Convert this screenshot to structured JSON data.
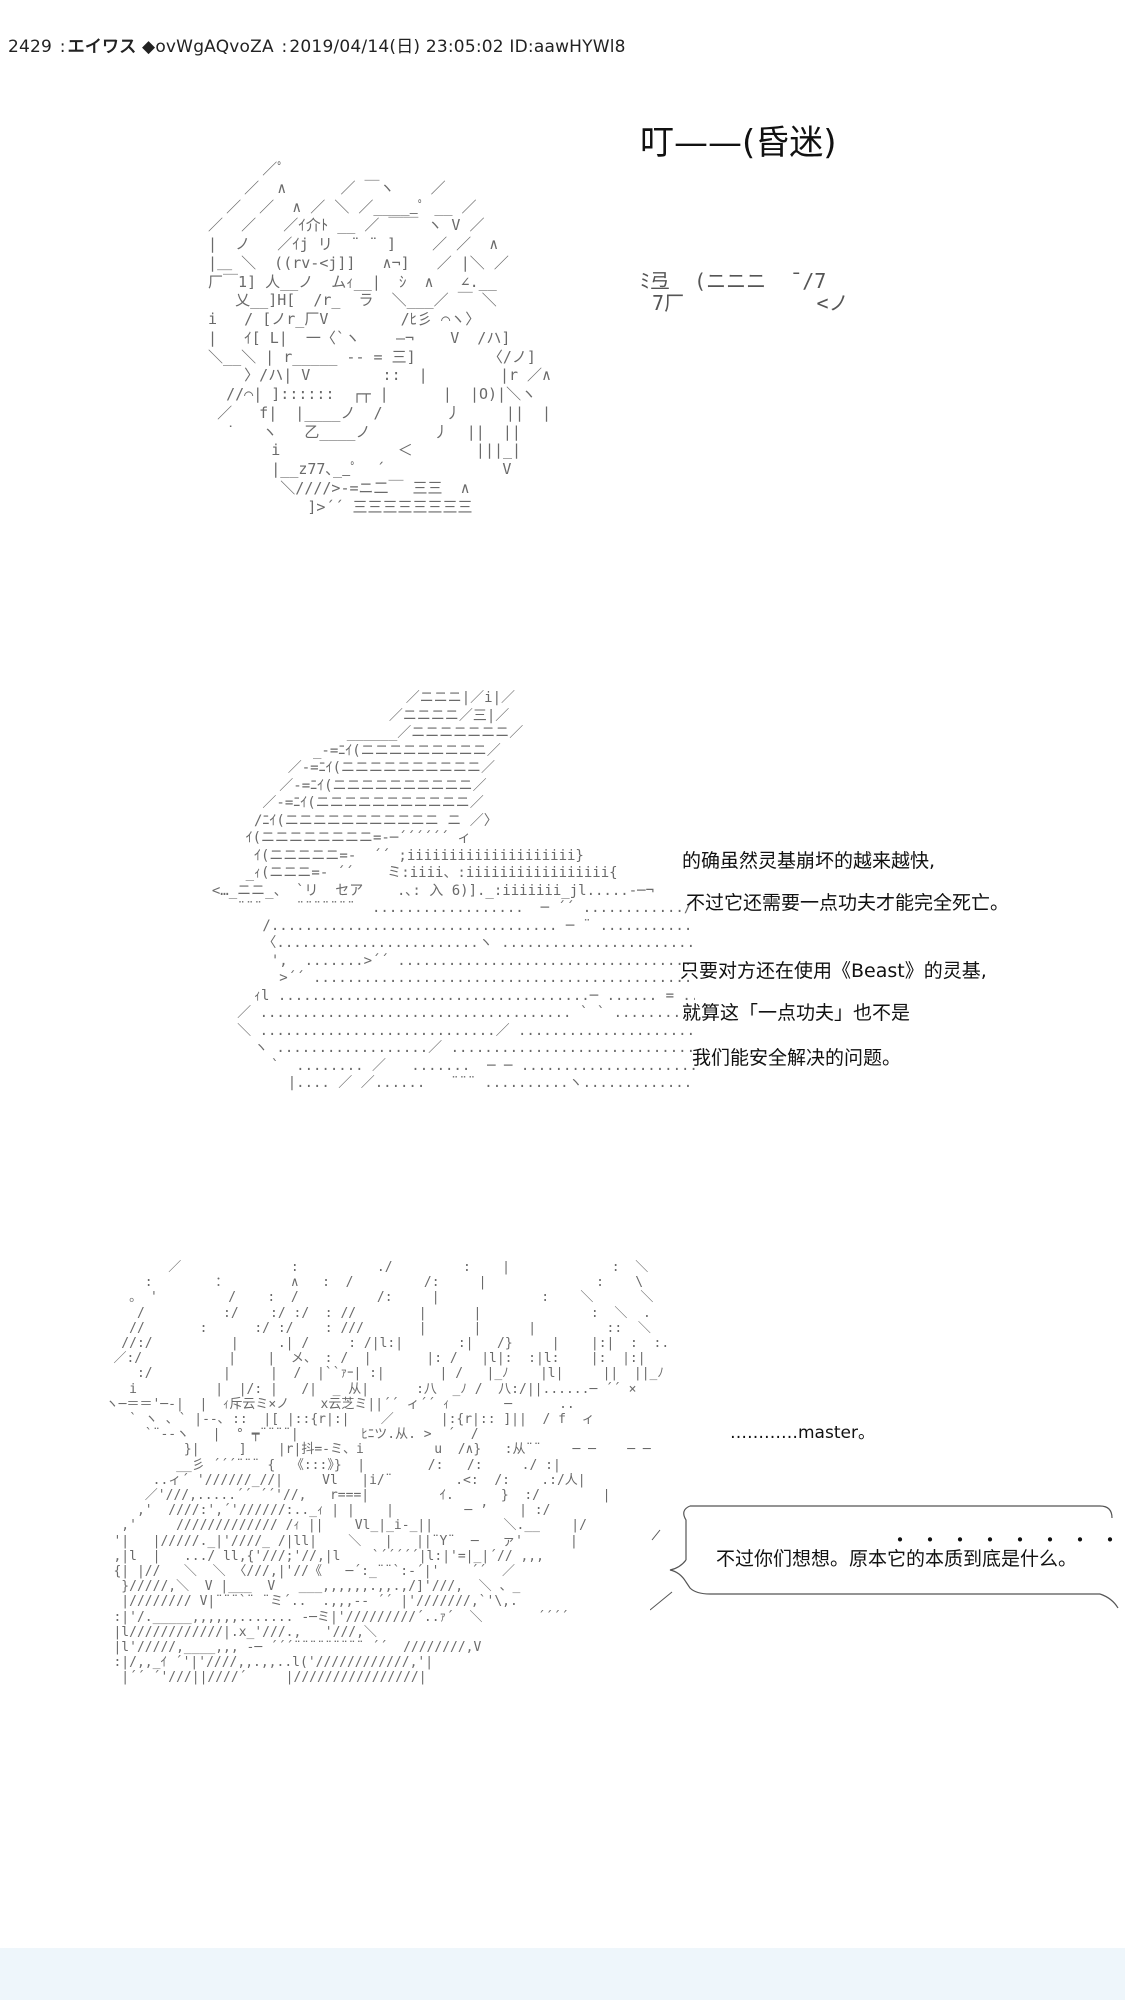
{
  "header": {
    "post_number": "2429",
    "name": "エイワス",
    "trip": "◆ovWgAQvoZA",
    "datetime": "2019/04/14(日) 23:05:02",
    "id": "ID:aawHYWl8"
  },
  "sfx": {
    "title": "叮——(昏迷)",
    "small_art": "ﾐ弖  (ニニニ  ̄ /7\n 7厂           <ノ"
  },
  "art": {
    "block1": "        ／ﾟ\n      ／  ∧      ／ ￣ヽ    ／\n    ／  ／  ∧ ／ ＼ ／_____ﾟ __ ／\n  ／  ／   ／ｲ介ﾄ __ ／ ￣￣ ヽ V ／\n  |  ノ   ／ｲj リ  ¨ ¨ ]    ／ ／  ∧\n  |＿ ＼  ((rv-<j]]   ∧¬]   ／ |＼ ／\n  厂￣1] 人__ノ  ムｨ__|  ｼ  ∧   ∠.__\n     乂__]H[  /r_  ラ  ＼___／ ￣ ＼\n  i   / [ノr_厂V        /ﾋ彡 ⌒ヽ〉\n  |   ｲ[ L|  一〈`ヽ    ―¬    V  /ハ]\n  ＼__＼ | r_____ -- = 三]        〈/ノ]\n      〉/ハ| V        ::  |        |r ／∧\n    //⌒| ]::::::  ┌┬ |      |  |O)|＼ヽ\n   ／   f|  |____ノ  /       丿     ||  ||\n    ˙   ヽ   乙____ノ       丿  ||  ||\n         i             ＜       |||_|\n         |__z77､__ﾟ  ´             V\n          ＼////>-=ニ二￣ 三三  ∧\n             ]>´´ 三三三三三三三三",
    "block2": "                         ／ニニニ|／i|／\n                       ／ニニニニ／三|／\n                  ______／ニニニニニニニ／\n              _-=ﾆｲ(ニニニニニニニニニ／\n           ／-=ﾆｲ(ニニニニニニニニニニ／\n          ／-=ﾆｲ(ニニニニニニニニニニ／\n        ／-=ﾆｲ(ニニニニニニニニニニニ／\n       /ﾆｲ(ニニニニニニニニニニニ ニ ／〉\n      ｲ(ニニニニニニニニ=-─´´´´´´ ィ\n       ｲ(ニニニニニ=-  ´´ ;iiiiiiiiiiiiiiiiiiii}\n      _ｨ(ニニニ=- ´´    ミ:iiii、:iiiiiiiiiiiiiiiii{\n  <…_ニニ_、 `リ  セア    .､: 入 6)]._:iiiiiii_jl.....-─¬\n     ¨¨¨    ¨¨¨¨¨¨¨  ..................  ─ ´´ ............/\n        /.................................. ─ ¨ .................../\n        〈........................ヽ ................................./\n         ',  .......>´´ .................................................)\n          >´´ ...................................................{\n       ｨl .....................................─ ...... = ..... ─ ... [\n     ／ ..................................... ` ` .......................＼\n     ＼ ............................／ ........................................ヽ\n       ヽ ..................／ ..............................................  |／∧\n         `  ........ ／   .......  ─ ─ ...................................../,\n           |.... ／ ／......   ¨¨¨ ..........ヽ.............................../.",
    "block3": "          ／              :          ./         :    |             :  ＼      ＼\n       :        ：        ∧   :  /         /:     |              :    \\       ＼\n     。 '         /    :  /          /:     |             :    ＼      ＼\n      /          :/    :/ :/  : //        |      |              :  ＼  .      。\n     //       :      :/ :/    : ///       |      |      |         ::  ＼  ゝ ⌒ヽ\n    //:/          |     .| /     : /|l:|       :|   /}     |    |:|  :  :. ＼   ＼ ＼\n   ／:/           |    |  メ、 : /  |       |: /   |l|:  :|l:    |:  |:|    i\n      :/         |     |  /  |``ｧｰ| :|       | /   |_ﾉ    |l|     ||  ||_ﾉ |\n     i          |  |/: |   /|  _ 从|      :八  _ﾉ /  八:/||......─ ´´ ×\n  ヽ─＝＝'─-|  |  ｨ斥云ミ×ノ    x云芝ミ||´´ ィ´´ ｨ       ─      ..\n     ` ヽ 、` |--､ ::  |[ |::{r|:|    ／      |:{r|:: ]||  / f  ィ\n       `¨-‐ヽ   |  ° ┯¨¨¨¨|        ﾋﾆツ.从. >  ´  /\n            }|     ]    |r|抖=-ミ、i         u  /∧}   :从¨¨    ─ ─    ─ ─\n           __彡 ´´´¨¨¨ {  《:::》}  |        /:   /:     ./ :|\n        ..ィ´ '//////_//|     Vl   |i/¨        .<:  /:    .:/人|\n       ／'///,.....´´ ´´'//,   r===|         ｲ.      }  :/        |\n      ,'  ////:',´'//////:.._ｨ | |    |         ─ ’    | :/\n    ,'     ///////////// /ｨ ||    Vl_|_i-_||         ＼.__    |/\n   '|   |/////._|'////_ /|ll|    ＼   |   ||¨Y¨  ─   ァ'      |\n   ,|l  |   .../ ll,{'///;'//,|l    `´´´´´|l:|'=|_|´// ,,,\n   {| |//   ＼  ＼ 〈///,|'//《   ─´:_¨¨`:-´|'    ´´  ／\n    }/////,＼  V |___  V   ___,,,,,,.,,.,/]'///,  ＼ 、_\n    |//////// V|¨¨¨`¨ ¨ミ´..  .,,,-‐ ´´ |'///////,`'\\,.\n   :|'/._____,,,,,,....... -─ミ|'/////////´..ｧ´  ＼       ´´´´\n   |l////////////|.x_'///.,   '///,＼\n   |l'/////,____,,, -─ ´´´¨¨¨¨¨¨¨¨¨ ´´  ////////,V\n   :|/,,_ｲ ´'|'////,,.,,..l('////////////,'|\n    |´´ ´'///||////´     |////////////////|"
  },
  "dialog": {
    "line1": "的确虽然灵基崩坏的越来越快,",
    "line2": "不过它还需要一点功夫才能完全死亡。",
    "line3": "只要对方还在使用《Beast》的灵基,",
    "line4": "就算这「一点功夫」也不是",
    "line5": "我们能安全解决的问题。"
  },
  "whisper": "…………master。",
  "bubble": {
    "dots": "・・・・・・・・・",
    "text": "不过你们想想。原本它的本质到底是什么。"
  }
}
